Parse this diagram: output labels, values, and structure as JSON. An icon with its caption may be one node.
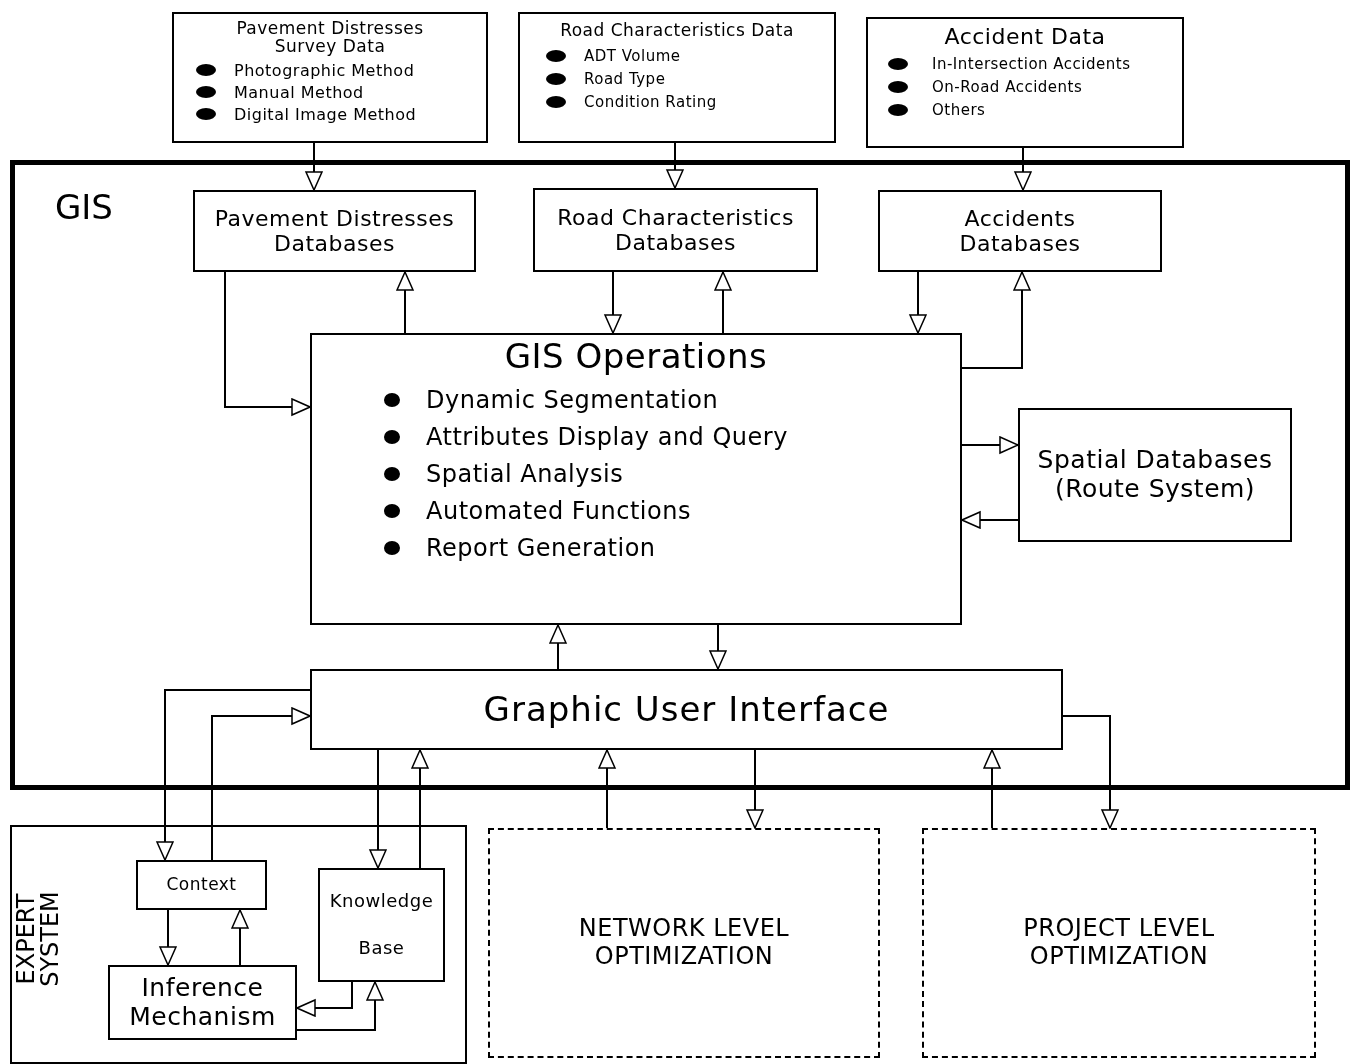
{
  "diagram": {
    "nodes": [
      {
        "text": [
          "Pavement Distresses Survey Data",
          "Photographic Method",
          "Manual Method",
          "Digital Image Method"
        ]
      },
      {
        "text": [
          "Road Characteristics Data",
          "ADT Volume",
          "Road Type",
          "Condition Rating"
        ]
      },
      {
        "text": [
          "Accident Data",
          "In-Intersection Accidents",
          "On-Road Accidents",
          "Others"
        ]
      },
      {
        "text": [
          "GIS"
        ]
      },
      {
        "text": [
          "Pavement Distresses Databases"
        ],
        "in": 3
      },
      {
        "text": [
          "Road Characteristics Databases"
        ],
        "in": 3
      },
      {
        "text": [
          "Accidents Databases"
        ],
        "in": 3
      },
      {
        "text": [
          "GIS Operations",
          "Dynamic Segmentation",
          "Attributes Display and Query",
          "Spatial Analysis",
          "Automated Functions",
          "Report Generation"
        ],
        "in": 3
      },
      {
        "text": [
          "Spatial Databases (Route System)"
        ],
        "in": 3
      },
      {
        "text": [
          "Graphic User Interface"
        ],
        "in": 3
      },
      {
        "text": [
          "EXPERT SYSTEM"
        ]
      },
      {
        "text": [
          "Context"
        ],
        "in": 10
      },
      {
        "text": [
          "Knowledge Base"
        ],
        "in": 10
      },
      {
        "text": [
          "Inference Mechanism"
        ],
        "in": 10
      },
      {
        "text": [
          "NETWORK LEVEL OPTIMIZATION"
        ]
      },
      {
        "text": [
          "PROJECT LEVEL OPTIMIZATION"
        ]
      }
    ],
    "edges": [
      {
        "from": 0,
        "to": 4,
        "arrow": "to"
      },
      {
        "from": 1,
        "to": 5,
        "arrow": "to"
      },
      {
        "from": 2,
        "to": 6,
        "arrow": "to"
      },
      {
        "from": 4,
        "to": 7,
        "arrow": "to"
      },
      {
        "from": 7,
        "to": 4,
        "arrow": "to"
      },
      {
        "from": 5,
        "to": 7,
        "arrow": "to"
      },
      {
        "from": 7,
        "to": 5,
        "arrow": "to"
      },
      {
        "from": 6,
        "to": 7,
        "arrow": "to"
      },
      {
        "from": 7,
        "to": 6,
        "arrow": "to"
      },
      {
        "from": 7,
        "to": 8,
        "arrow": "to"
      },
      {
        "from": 8,
        "to": 7,
        "arrow": "to"
      },
      {
        "from": 9,
        "to": 7,
        "arrow": "to"
      },
      {
        "from": 7,
        "to": 9,
        "arrow": "to"
      },
      {
        "from": 9,
        "to": 11,
        "arrow": "to"
      },
      {
        "from": 11,
        "to": 9,
        "arrow": "to"
      },
      {
        "from": 9,
        "to": 12,
        "arrow": "to"
      },
      {
        "from": 12,
        "to": 9,
        "arrow": "to"
      },
      {
        "from": 11,
        "to": 13,
        "arrow": "to"
      },
      {
        "from": 13,
        "to": 11,
        "arrow": "to"
      },
      {
        "from": 12,
        "to": 13,
        "arrow": "to"
      },
      {
        "from": 13,
        "to": 12,
        "arrow": "to"
      },
      {
        "from": 9,
        "to": 14,
        "arrow": "to"
      },
      {
        "from": 14,
        "to": 9,
        "arrow": "to"
      },
      {
        "from": 9,
        "to": 15,
        "arrow": "to"
      },
      {
        "from": 15,
        "to": 9,
        "arrow": "to"
      }
    ]
  }
}
